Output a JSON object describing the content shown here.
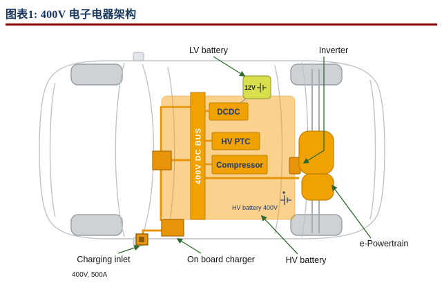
{
  "figure": {
    "title": "图表1: 400V 电子电器架构"
  },
  "diagram": {
    "callouts": {
      "lv_battery": "LV battery",
      "inverter": "Inverter",
      "e_powertrain": "e-Powertrain",
      "hv_battery": "HV battery",
      "on_board_charger": "On board charger",
      "charging_inlet": "Charging inlet",
      "charging_inlet_spec": "400V, 500A"
    },
    "components": {
      "dc_bus": "400V DC BUS",
      "dcdc": "DCDC",
      "hv_ptc": "HV PTC",
      "compressor": "Compressor",
      "lv_battery_voltage": "12V",
      "hv_battery_tag": "HV battery 400V"
    },
    "colors": {
      "component_orange": "#F0A202",
      "wire_orange": "#E8940A",
      "hv_area_fill": "#F5A623",
      "lv_battery_yellow": "#D8DE4C",
      "leader_green": "#2D6A2D",
      "title_navy": "#17365D",
      "rule_dark_red": "#8E0000",
      "sketch_grey": "#BFC3C7"
    }
  }
}
